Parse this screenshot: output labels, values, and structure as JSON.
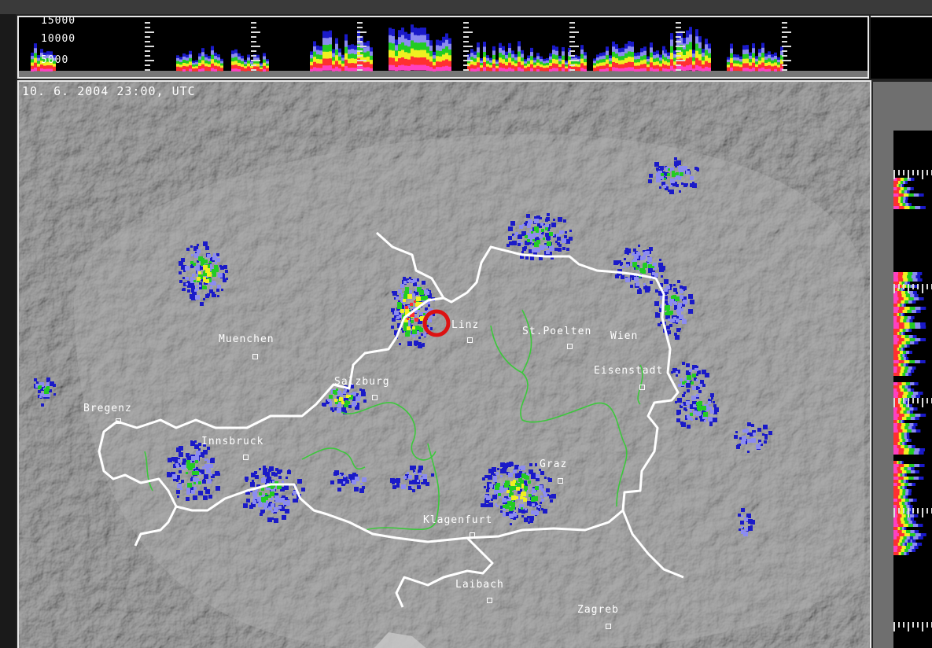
{
  "timestamp": "10. 6. 2004 23:00, UTC",
  "altitude_labels": [
    "15000",
    "10000",
    "5000"
  ],
  "cities": [
    {
      "name": "Linz"
    },
    {
      "name": "St.Poelten"
    },
    {
      "name": "Wien"
    },
    {
      "name": "Eisenstadt"
    },
    {
      "name": "Muenchen"
    },
    {
      "name": "Salzburg"
    },
    {
      "name": "Bregenz"
    },
    {
      "name": "Innsbruck"
    },
    {
      "name": "Graz"
    },
    {
      "name": "Klagenfurt"
    },
    {
      "name": "Laibach"
    },
    {
      "name": "Zagreb"
    }
  ],
  "colors": {
    "border": "#ffffff",
    "state_border": "#3cc83c",
    "marker_ring": "#dd1111",
    "echo_weak": "#1a1ac8",
    "echo_low": "#8c8cf0",
    "echo_mid": "#22cc22",
    "echo_high": "#f0f020",
    "echo_vhigh": "#ff3030",
    "echo_max": "#ff40c0"
  },
  "legend_icon": "radar-site-marker-icon"
}
